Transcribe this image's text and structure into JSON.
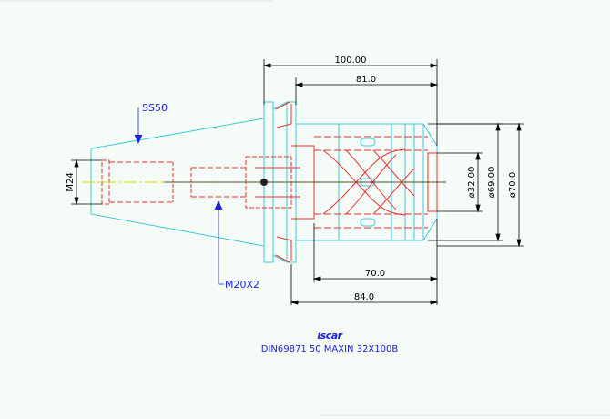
{
  "dimensions": {
    "overall_length": "100.00",
    "body_length": "81.0",
    "collet_length": "70.0",
    "gauge_length": "84.0",
    "bore_diameter": "ø32.00",
    "outer_diameter": "ø69.00",
    "flange_diameter": "ø70.0"
  },
  "callouts": {
    "taper": "SS50",
    "rear_thread": "M24",
    "drawbar_thread": "M20X2"
  },
  "logo_text": "iscar",
  "title_block": {
    "designation": "DIN69871  50  MAXIN  32X100B"
  },
  "colors": {
    "background": "#f5fcf8",
    "dimension_lines": "#000000",
    "part_outline": "#3ec8dc",
    "hidden_lines": "#e83030",
    "center_line": "#d8d800",
    "annotation_text": "#2020d8"
  }
}
